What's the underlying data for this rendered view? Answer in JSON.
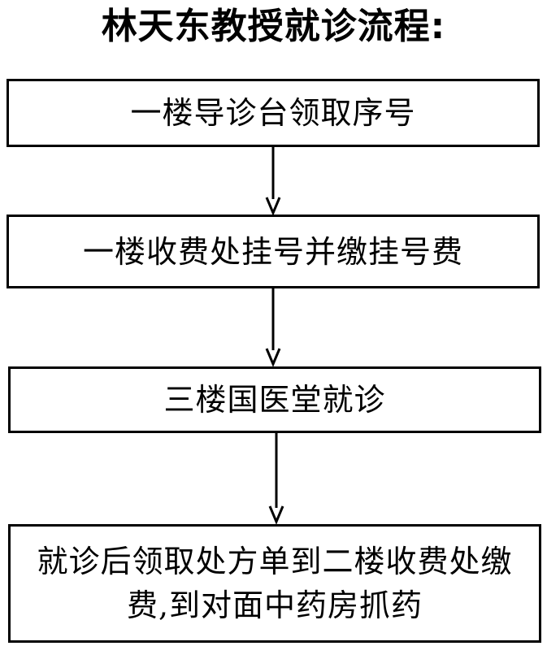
{
  "title": "林天东教授就诊流程:",
  "steps": [
    {
      "text": "一楼导诊台领取序号"
    },
    {
      "text": "一楼收费处挂号并缴挂号费"
    },
    {
      "text": "三楼国医堂就诊"
    },
    {
      "text": "就诊后领取处方单到二楼收费处缴费,到对面中药房抓药"
    }
  ],
  "colors": {
    "stroke": "#000000",
    "background": "#ffffff"
  }
}
